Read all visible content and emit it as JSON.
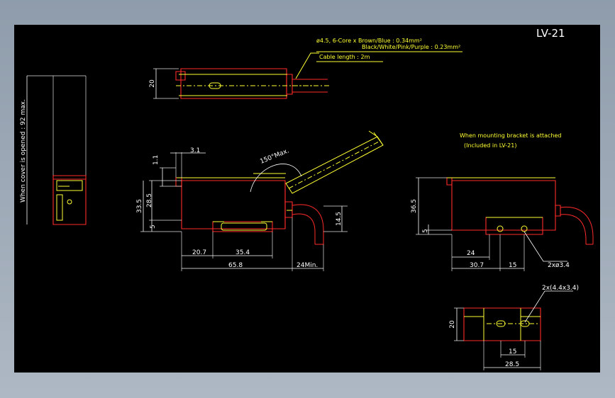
{
  "title": "LV-21",
  "cable_note": {
    "line1": "ø4.5, 6-Core x Brown/Blue : 0.34mm²",
    "line2": "Black/White/Pink/Purple : 0.23mm²",
    "line3": "Cable length : 2m"
  },
  "bracket_note": {
    "line1": "When mounting bracket is attached",
    "line2": "(Included in LV-21)"
  },
  "side_view_note": "When cover is opened : 92 max.",
  "angle_label": "150°Max.",
  "dimensions": {
    "top_height": "20",
    "top_offset": "3.1",
    "cover_height": "1.1",
    "total_height": "33.5",
    "body_height": "28.5",
    "base_height": "5",
    "cable_height": "14.5",
    "bracket_pos": "20.7",
    "bracket_width": "35.4",
    "total_length": "65.8",
    "cable_min": "24Min.",
    "bracket_total_height": "36.5",
    "bracket_base": "5",
    "bracket_offset": "24",
    "bracket_hole_pos": "30.7",
    "bracket_hole_spacing": "15",
    "holes": "2xø3.4",
    "slots": "2x(4.4x3.4)",
    "bracket_height": "20",
    "slot_spacing": "15",
    "bracket_length": "28.5"
  },
  "colors": {
    "background": "#000000",
    "outline": "#ff2a2a",
    "annotation": "#ffff33",
    "dimension": "#ffffff"
  }
}
